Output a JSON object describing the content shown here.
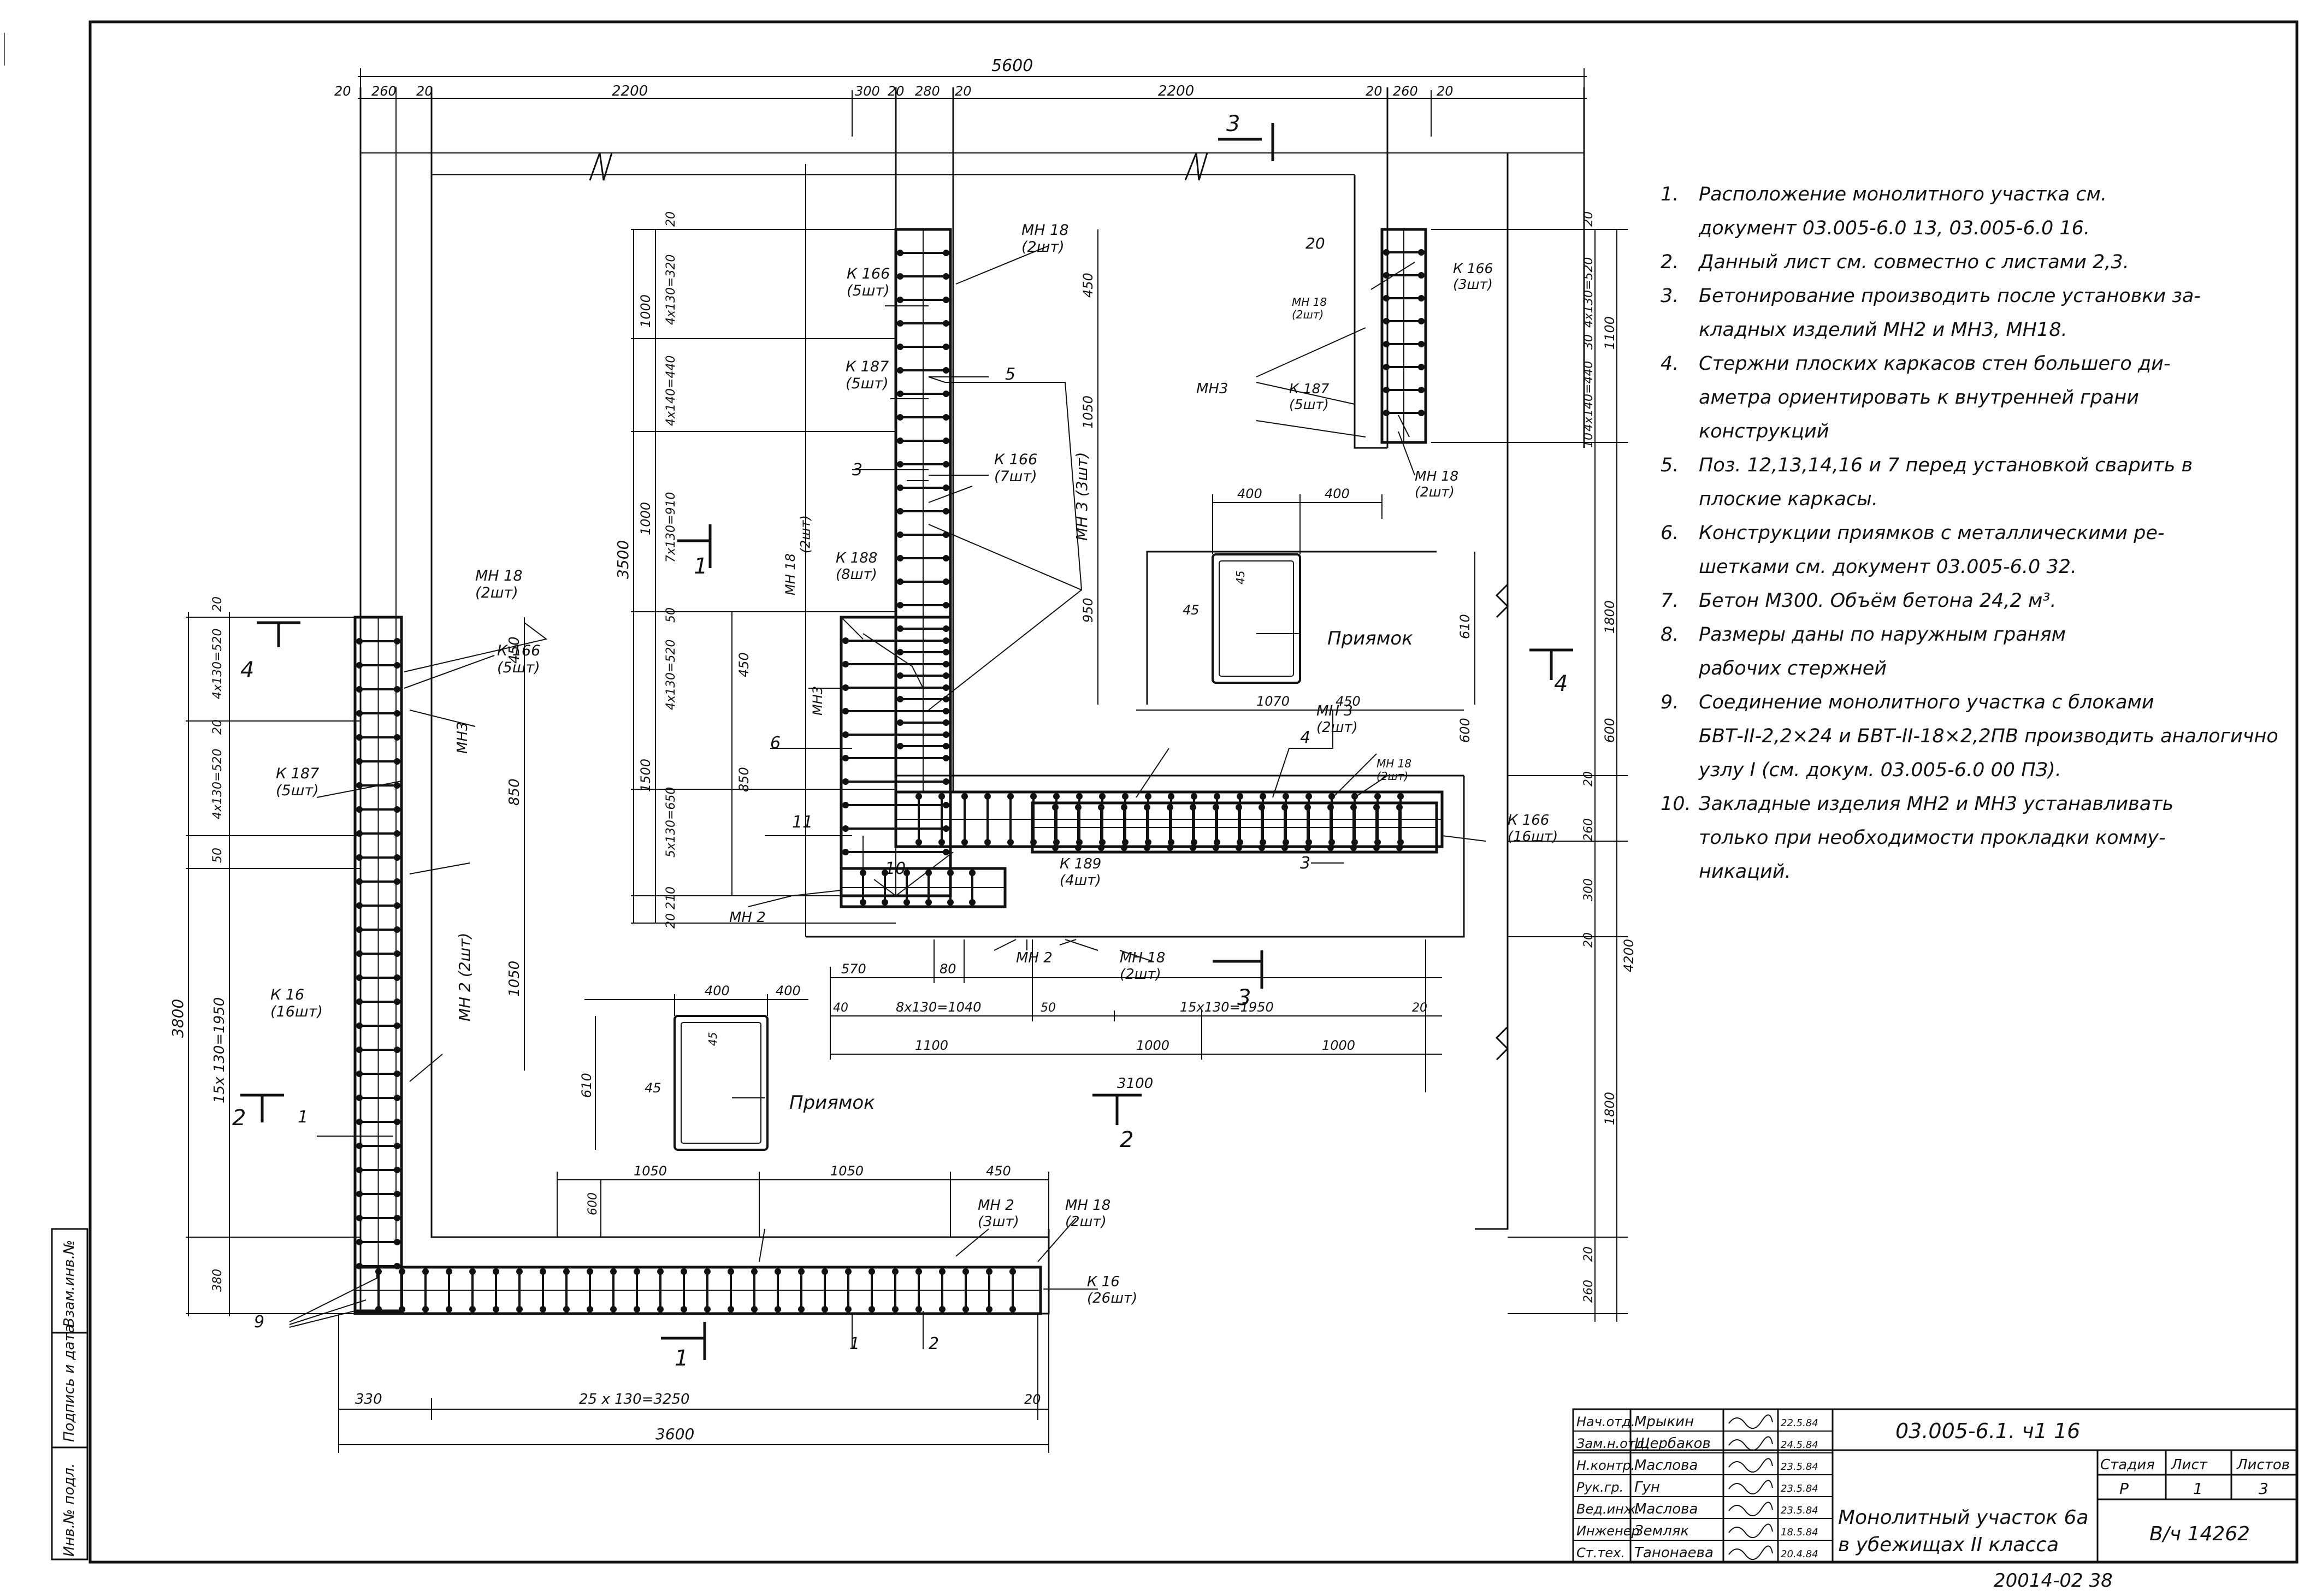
{
  "dims": {
    "top_total": "5600",
    "top_segments": [
      "20",
      "260",
      "20",
      "2200",
      "300",
      "20",
      "280",
      "20",
      "2200",
      "20",
      "260",
      "20"
    ],
    "left_total": "3800",
    "left_spacing": "15x 130=1950",
    "left_segments": [
      "20",
      "4x130=520",
      "20",
      "4x130=520",
      "50",
      "380"
    ],
    "mid_total": "3500",
    "mid_segments": [
      "20",
      "4x130=320",
      "1000",
      "4x140=440",
      "1000",
      "7x130=910",
      "50",
      "4x130=520",
      "1500",
      "5x130=650",
      "210",
      "20"
    ],
    "bottom_total": "3600",
    "bottom_spacing": "25 x 130=3250",
    "bottom_a": "330",
    "bottom_b": "20",
    "right_segments": [
      "20",
      "4x130=520",
      "30",
      "1100",
      "4x140=440",
      "10",
      "1800",
      "20",
      "600",
      "260",
      "300",
      "4200",
      "20",
      "1800",
      "20",
      "260"
    ],
    "mid_horiz": [
      "570",
      "80",
      "40",
      "8x130=1040",
      "50",
      "15x130=1950",
      "20",
      "1100",
      "1000",
      "1000",
      "3100"
    ],
    "trench_dims": [
      "400",
      "400",
      "45",
      "610",
      "1050",
      "450",
      "1070",
      "600"
    ],
    "bottom_wall": [
      "1050",
      "1050",
      "450",
      "600"
    ],
    "vert_left_extra": [
      "450",
      "850",
      "1050"
    ],
    "vert_mid_extra": [
      "450",
      "1050",
      "950",
      "450",
      "850"
    ]
  },
  "labels": {
    "mn18_2": "МН 18\n(2шт)",
    "k166_5": "К 166\n(5шт)",
    "k187_5": "К 187\n(5шт)",
    "mn3": "МН3",
    "mn2_2": "МН 2 (2шт)",
    "k16_16": "К 16\n(16шт)",
    "k166_7": "К 166\n(7шт)",
    "mn3_3": "МН 3 (3шт)",
    "k188_8": "К 188\n(8шт)",
    "mn3_2": "МН 3\n(2шт)",
    "k166_16": "К 166\n(16шт)",
    "k189_4": "К 189\n(4шт)",
    "mn2": "МН 2",
    "mn2_3": "МН 2\n(3шт)",
    "k16_26": "К 16\n(26шт)",
    "k166_3": "К 166\n(3шт)",
    "pit": "Приямок",
    "pos": [
      "1",
      "2",
      "3",
      "4",
      "5",
      "6",
      "9",
      "10",
      "11"
    ],
    "section": [
      "1",
      "2",
      "3",
      "4"
    ]
  },
  "notes": [
    {
      "num": "1.",
      "lines": [
        "Расположение монолитного участка см.",
        "документ 03.005-6.0 13, 03.005-6.0 16."
      ]
    },
    {
      "num": "2.",
      "lines": [
        "Данный лист см. совместно с листами 2,3."
      ]
    },
    {
      "num": "3.",
      "lines": [
        "Бетонирование производить после установки за-",
        "кладных изделий МН2 и МН3, МН18."
      ]
    },
    {
      "num": "4.",
      "lines": [
        "Стержни плоских каркасов стен большего ди-",
        "аметра ориентировать к внутренней грани",
        "конструкций"
      ]
    },
    {
      "num": "5.",
      "lines": [
        "Поз. 12,13,14,16 и 7 перед установкой сварить в",
        "плоские каркасы."
      ]
    },
    {
      "num": "6.",
      "lines": [
        "Конструкции приямков с металлическими ре-",
        "шетками см. документ 03.005-6.0 32."
      ]
    },
    {
      "num": "7.",
      "lines": [
        "Бетон М300. Объём бетона 24,2 м³."
      ]
    },
    {
      "num": "8.",
      "lines": [
        "Размеры даны по наружным граням",
        "рабочих стержней"
      ]
    },
    {
      "num": "9.",
      "lines": [
        "Соединение монолитного участка с блоками",
        "БВТ-II-2,2×24 и БВТ-II-18×2,2ПВ производить аналогично",
        "узлу I (см. докум. 03.005-6.0 00 ПЗ)."
      ]
    },
    {
      "num": "10.",
      "lines": [
        "Закладные изделия МН2 и МН3 устанавливать",
        "только при необходимости прокладки комму-",
        "никаций."
      ]
    }
  ],
  "title_block": {
    "doc_code": "03.005-6.1. ч1 16",
    "title_line1": "Монолитный участок 6а",
    "title_line2": "в убежищах II класса",
    "stage_header": "Стадия",
    "sheet_header": "Лист",
    "sheets_header": "Листов",
    "stage": "Р",
    "sheet": "1",
    "sheets": "3",
    "code": "В/ч 14262",
    "signers": [
      {
        "role": "Нач.отд.",
        "name": "Мрыкин",
        "date": "22.5.84"
      },
      {
        "role": "Зам.н.отд.",
        "name": "Щербаков",
        "date": "24.5.84"
      },
      {
        "role": "Н.контр.",
        "name": "Маслова",
        "date": "23.5.84"
      },
      {
        "role": "Рук.гр.",
        "name": "Гун",
        "date": "23.5.84"
      },
      {
        "role": "Вед.инж.",
        "name": "Маслова",
        "date": "23.5.84"
      },
      {
        "role": "Инженер",
        "name": "Земляк",
        "date": "18.5.84"
      },
      {
        "role": "Ст.тех.",
        "name": "Танонаева",
        "date": "20.4.84"
      }
    ],
    "archive": "20014-02 38",
    "side_labels": [
      "Инв.№ подл.",
      "Подпись и дата",
      "Взам.инв.№"
    ]
  }
}
